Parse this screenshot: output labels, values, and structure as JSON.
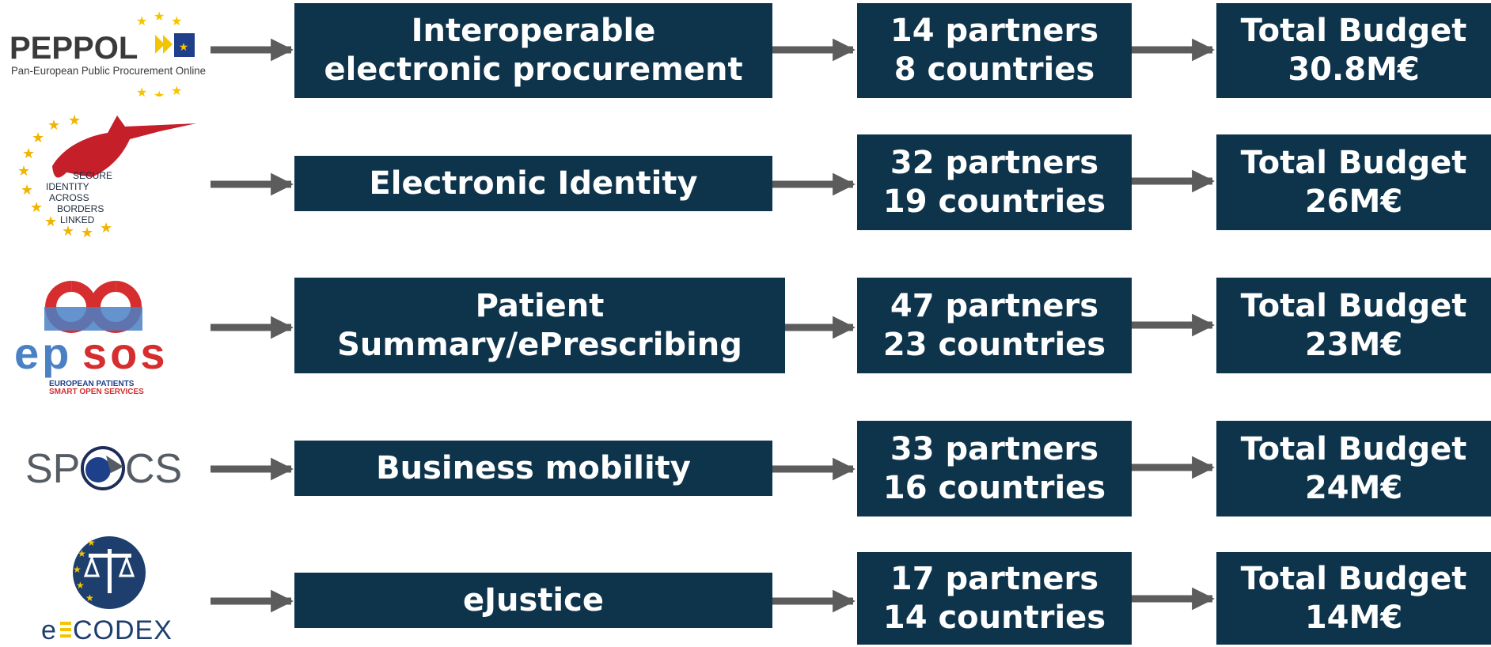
{
  "colors": {
    "box": "#0e344c",
    "arrow": "#5c5c5c",
    "text": "#ffffff"
  },
  "rows": [
    {
      "logo": {
        "name": "peppol-logo",
        "title": "PEPPOL",
        "subtitle": "Pan-European Public Procurement Online"
      },
      "program": [
        "Interoperable",
        "electronic procurement"
      ],
      "partners": "14 partners",
      "countries": "8 countries",
      "budget_label": "Total Budget",
      "budget": "30.8M€"
    },
    {
      "logo": {
        "name": "stork-logo",
        "lines": [
          "SECURE",
          "IDENTITY",
          "ACROSS",
          "BORDERS",
          "LINKED"
        ]
      },
      "program": [
        "Electronic Identity"
      ],
      "partners": "32 partners",
      "countries": "19 countries",
      "budget_label": "Total Budget",
      "budget": "26M€"
    },
    {
      "logo": {
        "name": "epsos-logo",
        "part1": "ep",
        "part2": "sos",
        "line1": "EUROPEAN PATIENTS",
        "line2": "SMART OPEN SERVICES"
      },
      "program": [
        "Patient",
        "Summary/ePrescribing"
      ],
      "partners": "47 partners",
      "countries": "23 countries",
      "budget_label": "Total Budget",
      "budget": "23M€"
    },
    {
      "logo": {
        "name": "spocs-logo",
        "left": "SP",
        "right": "CS"
      },
      "program": [
        "Business mobility"
      ],
      "partners": "33 partners",
      "countries": "16 countries",
      "budget_label": "Total Budget",
      "budget": "24M€"
    },
    {
      "logo": {
        "name": "ecodex-logo",
        "e": "e",
        "rest": "CODEX"
      },
      "program": [
        "eJustice"
      ],
      "partners": "17 partners",
      "countries": "14 countries",
      "budget_label": "Total Budget",
      "budget": "14M€"
    }
  ]
}
